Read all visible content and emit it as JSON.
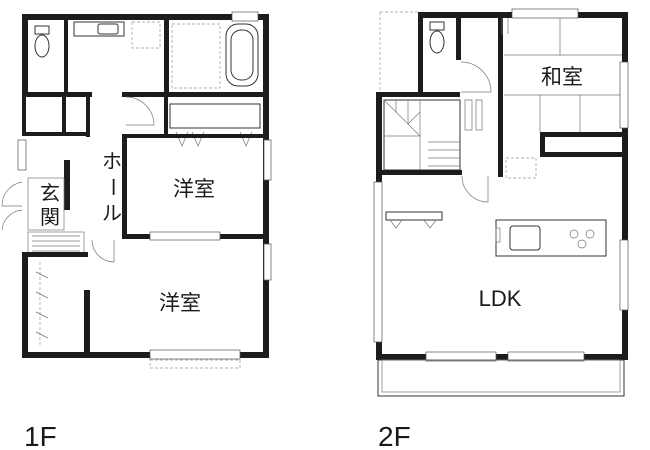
{
  "floors": [
    {
      "level": "1F",
      "rooms": [
        {
          "name": "hall",
          "label": "ホール"
        },
        {
          "name": "entrance",
          "label": "玄関"
        },
        {
          "name": "western-room-upper",
          "label": "洋室"
        },
        {
          "name": "western-room-lower",
          "label": "洋室"
        }
      ]
    },
    {
      "level": "2F",
      "rooms": [
        {
          "name": "japanese-room",
          "label": "和室"
        },
        {
          "name": "ldk",
          "label": "LDK"
        }
      ]
    }
  ]
}
